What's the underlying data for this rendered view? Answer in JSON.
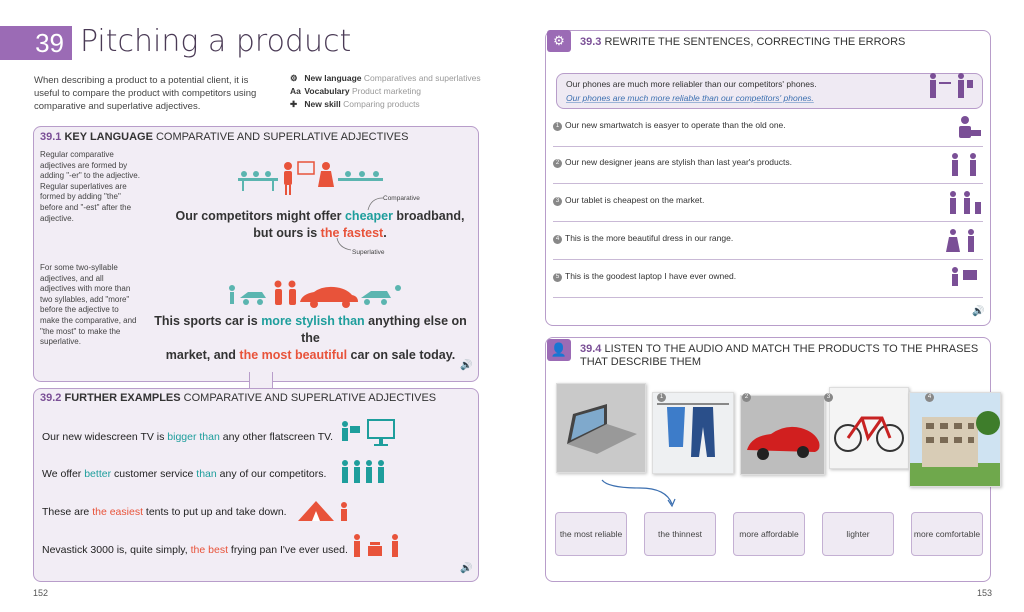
{
  "left_page": {
    "chapter_number": "39",
    "chapter_title": "Pitching a product",
    "intro": "When describing a product to a potential client, it is useful to compare the product with competitors using comparative and superlative adjectives.",
    "meta": [
      {
        "label": "New language",
        "value": "Comparatives and superlatives",
        "icon": "gears-icon"
      },
      {
        "label": "Vocabulary",
        "value": "Product marketing",
        "icon": "aa-icon"
      },
      {
        "label": "New skill",
        "value": "Comparing products",
        "icon": "puzzle-icon"
      }
    ],
    "key_language": {
      "num": "39.1",
      "title_bold": "KEY LANGUAGE",
      "title_rest": "COMPARATIVE AND SUPERLATIVE ADJECTIVES",
      "note1": "Regular comparative adjectives are formed by adding \"-er\" to the adjective. Regular superlatives are formed by adding \"the\" before and \"-est\" after the adjective.",
      "note2": "For some two-syllable adjectives, and all adjectives with more than two syllables, add \"more\" before the adjective to make the comparative, and \"the most\" to make the superlative.",
      "ex1_a": "Our competitors might offer ",
      "ex1_b": "cheaper",
      "ex1_c": " broadband,",
      "ex1_d": "but ours is ",
      "ex1_e": "the fastest",
      "ex1_f": ".",
      "label_comparative": "Comparative",
      "label_superlative": "Superlative",
      "ex2_a": "This sports car is ",
      "ex2_b": "more stylish than",
      "ex2_c": " anything else on the",
      "ex2_d": "market, and ",
      "ex2_e": "the most beautiful",
      "ex2_f": " car on sale today."
    },
    "further": {
      "num": "39.2",
      "title_bold": "FURTHER EXAMPLES",
      "title_rest": "COMPARATIVE AND SUPERLATIVE ADJECTIVES",
      "rows": [
        {
          "a": "Our new widescreen TV is ",
          "b": "bigger than",
          "c": " any other flatscreen TV."
        },
        {
          "a": "We offer ",
          "b": "better",
          "c": " customer service ",
          "d": "than",
          "e": " any of our competitors."
        },
        {
          "a": "These are ",
          "b": "the easiest",
          "c": " tents to put up and take down."
        },
        {
          "a": "Nevastick 3000 is, quite simply, ",
          "b": "the best",
          "c": " frying pan I've ever used."
        }
      ]
    },
    "page_number": "152"
  },
  "right_page": {
    "rewrite": {
      "num": "39.3",
      "title": "REWRITE THE SENTENCES, CORRECTING THE ERRORS",
      "example": "Our phones are much more reliabler than our competitors' phones.",
      "example_answer": "Our phones are much more reliable than our competitors' phones.",
      "items": [
        {
          "n": "1",
          "text": "Our new smartwatch is easyer to operate than the old one."
        },
        {
          "n": "2",
          "text": "Our new designer jeans are stylish than last year's products."
        },
        {
          "n": "3",
          "text": "Our tablet is cheapest on the market."
        },
        {
          "n": "4",
          "text": "This is the more beautiful dress in our range."
        },
        {
          "n": "5",
          "text": "This is the goodest laptop I have ever owned."
        }
      ]
    },
    "listen": {
      "num": "39.4",
      "title_line1": "LISTEN TO THE AUDIO AND MATCH THE PRODUCTS TO THE PHRASES",
      "title_line2": "THAT DESCRIBE THEM",
      "photo_numbers": [
        "1",
        "2",
        "3",
        "4"
      ],
      "phrases": [
        "the most reliable",
        "the thinnest",
        "more affordable",
        "lighter",
        "more comfortable"
      ]
    },
    "page_number": "153"
  },
  "colors": {
    "accent": "#9b6bb5",
    "teal": "#1e9e9c",
    "red": "#e8533a"
  }
}
